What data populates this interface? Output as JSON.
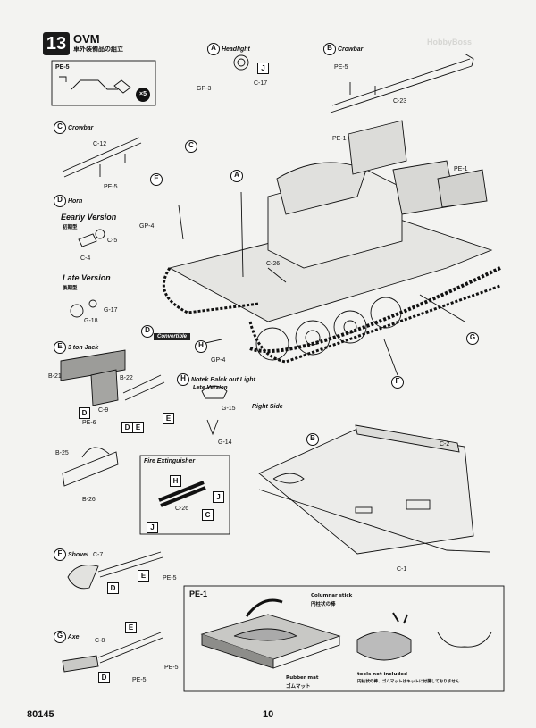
{
  "step": {
    "number": "13",
    "title": "OVM",
    "subtitle": "車外装備品の組立"
  },
  "pe5_box": {
    "label": "PE-5",
    "qty": "×5"
  },
  "callouts": {
    "A": {
      "letter": "A",
      "name": "Headlight"
    },
    "B": {
      "letter": "B",
      "name": "Crowbar"
    },
    "C": {
      "letter": "C",
      "name": "Crowbar"
    },
    "D": {
      "letter": "D",
      "name": "Horn"
    },
    "E": {
      "letter": "E",
      "name": "3 ton Jack"
    },
    "F": {
      "letter": "F",
      "name": "Shovel"
    },
    "G": {
      "letter": "G",
      "name": "Axe"
    },
    "H": {
      "letter": "H",
      "name": "Notek Balck out Light",
      "sub": "Late Version"
    }
  },
  "horn": {
    "early": "Eearly Version",
    "early_jp": "初期型",
    "late": "Late Version",
    "late_jp": "後期型"
  },
  "convertible": "Convertible",
  "right_side": "Right Side",
  "fire_ext": "Fire Extinguisher",
  "pe1_panel": {
    "title": "PE-1",
    "columnar": "Columnar stick",
    "columnar_jp": "円柱状の棒",
    "rubber": "Rubber mat",
    "rubber_jp": "ゴムマット",
    "tools": "tools not included",
    "tools_jp": "円柱状の棒、ゴムマットはキットに付属しておりません"
  },
  "parts": {
    "pe5_b": "PE-5",
    "c23": "C-23",
    "gp3": "GP-3",
    "c17": "C-17",
    "c12": "C-12",
    "pe5_c": "PE-5",
    "pe1_a": "PE-1",
    "pe1_b": "PE-1",
    "gp4": "GP-4",
    "c5": "C-5",
    "c4": "C-4",
    "g17": "G-17",
    "g18": "G-18",
    "c26": "C-26",
    "gp4_b": "GP-4",
    "b21": "B-21",
    "b22": "B-22",
    "c9": "C-9",
    "pe6": "PE-6",
    "b25": "B-25",
    "b26": "B-26",
    "g15": "G-15",
    "g14": "G-14",
    "c2": "C-2",
    "c26_b": "C-26",
    "c1": "C-1",
    "c7": "C-7",
    "pe5_f": "PE-5",
    "c8": "C-8",
    "pe5_g1": "PE-5",
    "pe5_g2": "PE-5"
  },
  "paint_codes": [
    "J",
    "E",
    "D",
    "E",
    "D",
    "H",
    "J",
    "C",
    "J",
    "E",
    "D",
    "E",
    "D"
  ],
  "footer": {
    "code": "80145",
    "page": "10"
  },
  "watermark": "HobbyBoss"
}
